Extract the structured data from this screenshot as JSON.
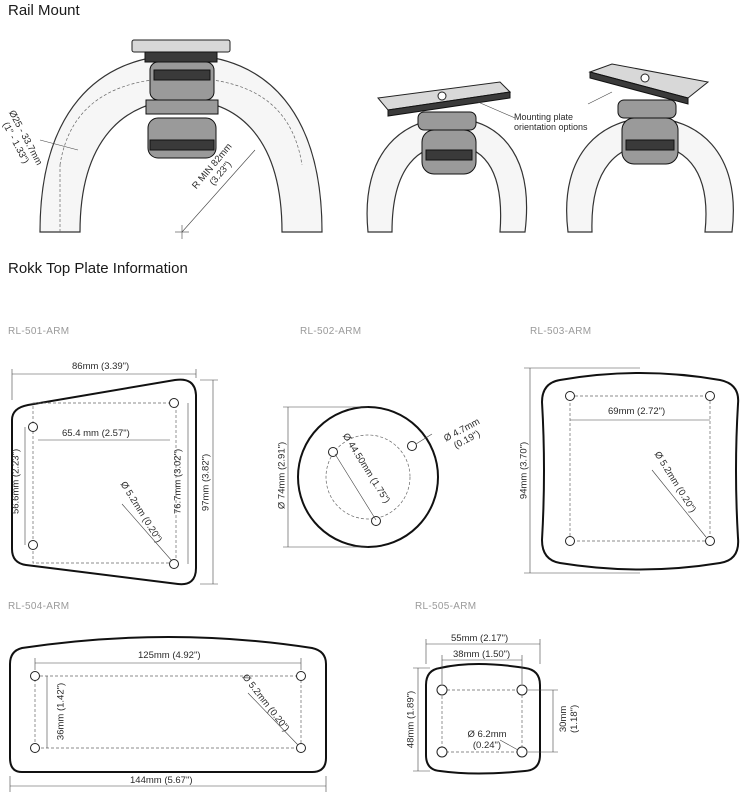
{
  "sections": {
    "rail_mount_title": "Rail Mount",
    "top_plate_title": "Rokk Top Plate Information"
  },
  "rail_mount": {
    "diameter": "Ø25 - 33.7mm",
    "diameter_in": "(1\" - 1.33\")",
    "radius": "R MIN 82mm",
    "radius_in": "(3.23\")",
    "orientation_note_line1": "Mounting plate",
    "orientation_note_line2": "orientation options"
  },
  "plates": {
    "rl501": {
      "model": "RL-501-ARM",
      "width": "86mm (3.39\")",
      "hole_spacing_x": "65.4 mm (2.57\")",
      "hole_spacing_y_left": "56.6mm (2.23\")",
      "hole_spacing_y_right": "76.7mm (3.02\")",
      "height": "97mm (3.82\")",
      "hole_dia": "Ø 5.2mm (0.20\")"
    },
    "rl502": {
      "model": "RL-502-ARM",
      "diameter": "Ø 74mm (2.91\")",
      "bolt_circle": "Ø 44.50mm (1.75\")",
      "hole_dia": "Ø 4.7mm",
      "hole_dia_in": "(0.19\")"
    },
    "rl503": {
      "model": "RL-503-ARM",
      "hole_spacing": "69mm (2.72\")",
      "height": "94mm (3.70\")",
      "hole_dia": "Ø 5.2mm (0.20\")"
    },
    "rl504": {
      "model": "RL-504-ARM",
      "hole_spacing_x": "125mm (4.92\")",
      "hole_spacing_y": "36mm (1.42\")",
      "hole_dia": "Ø 5.2mm (0.20\")",
      "width": "144mm (5.67\")"
    },
    "rl505": {
      "model": "RL-505-ARM",
      "width": "55mm (2.17\")",
      "hole_spacing_x": "38mm (1.50\")",
      "height": "48mm (1.89\")",
      "hole_spacing_y": "30mm",
      "hole_spacing_y_in": "(1.18\")",
      "hole_dia": "Ø 6.2mm",
      "hole_dia_in": "(0.24\")"
    }
  }
}
